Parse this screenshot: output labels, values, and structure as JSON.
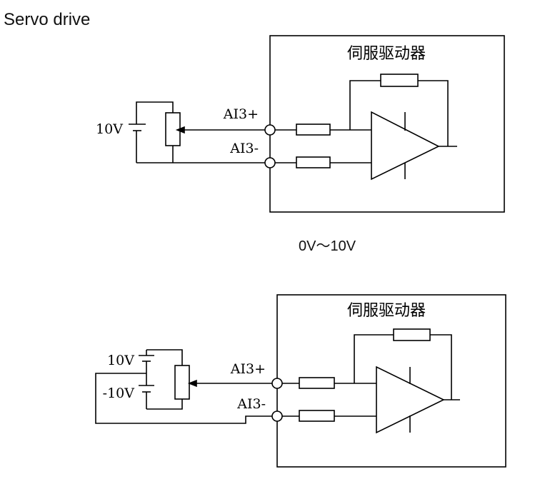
{
  "page": {
    "heading": "Servo drive",
    "caption": "0V～10V"
  },
  "diagram1": {
    "box_label": "伺服驱动器",
    "source_label": "10V",
    "input_plus": "AI3+",
    "input_minus": "AI3-"
  },
  "diagram2": {
    "box_label": "伺服驱动器",
    "source_pos_label": "10V",
    "source_neg_label": "-10V",
    "input_plus": "AI3+",
    "input_minus": "AI3-"
  }
}
